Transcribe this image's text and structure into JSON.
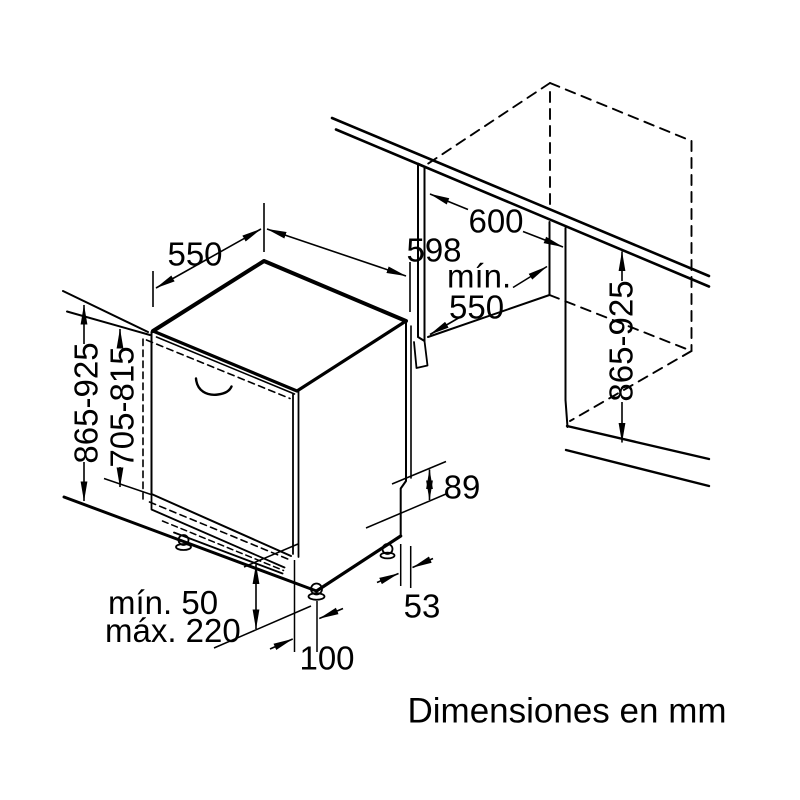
{
  "diagram": {
    "caption": "Dimensiones en mm",
    "colors": {
      "line": "#000000",
      "background": "#ffffff"
    },
    "labels": {
      "top_depth": "550",
      "top_width": "598",
      "niche_opening_width": "600",
      "niche_depth_prefix": "mín.",
      "niche_depth_value": "550",
      "left_overall_height": "865-925",
      "door_panel_height": "705-815",
      "right_overall_height": "865-925",
      "rear_step_height": "89",
      "rear_edge_offset": "53",
      "plinth_min": "mín. 50",
      "plinth_max": "máx. 220",
      "front_foot_offset": "100"
    }
  }
}
